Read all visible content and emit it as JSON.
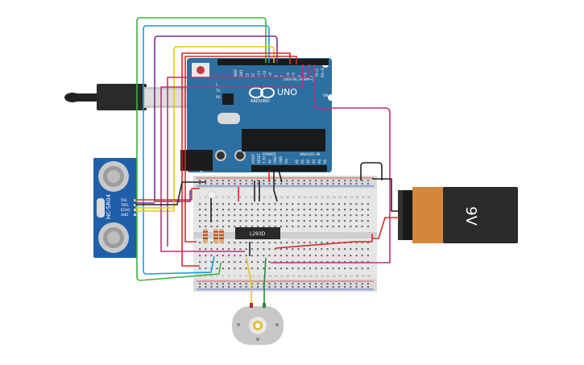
{
  "arduino": {
    "brand": "ARDUINO",
    "model": "UNO",
    "header_digital": "DIGITAL (PWM~)",
    "header_power": "POWER",
    "header_analog": "ANALOG IN",
    "label_on": "ON",
    "label_tx": "TX",
    "label_rx": "RX",
    "label_l": "L",
    "pins_top": [
      "AREF",
      "GND",
      "13",
      "12",
      "~11",
      "~10",
      "~9",
      "8",
      "7",
      "~6",
      "~5",
      "4",
      "~3",
      "2",
      "TX→1",
      "RX←0"
    ],
    "pins_power": [
      "IOREF",
      "RESET",
      "3.3V",
      "5V",
      "GND",
      "GND",
      "Vin"
    ],
    "pins_analog": [
      "A0",
      "A1",
      "A2",
      "A3",
      "A4",
      "A5"
    ],
    "color_board": "#2e6fa1"
  },
  "sensor": {
    "model": "HC-SR04",
    "pins": [
      "5VE",
      "TRIG",
      "ECHO",
      "GND"
    ],
    "color": "#1f5ea8"
  },
  "driver_chip": {
    "label": "L293D"
  },
  "battery": {
    "label": "9V",
    "color_body": "#2b2b2b",
    "color_cap": "#d4863e"
  },
  "breadboard": {
    "column_numbers": [
      "1",
      "2",
      "3",
      "4",
      "5",
      "6",
      "7",
      "8",
      "9",
      "10",
      "11",
      "12",
      "13",
      "14",
      "15",
      "16",
      "17",
      "18",
      "19",
      "20",
      "21",
      "22",
      "23",
      "24",
      "25",
      "26",
      "27",
      "28",
      "29",
      "30"
    ]
  },
  "wire_colors": {
    "green": "#3cb43c",
    "blue": "#1e9ad6",
    "purple": "#7b2d8e",
    "yellow": "#e6c619",
    "red": "#d62828",
    "magenta": "#c0307a",
    "black": "#222222"
  }
}
